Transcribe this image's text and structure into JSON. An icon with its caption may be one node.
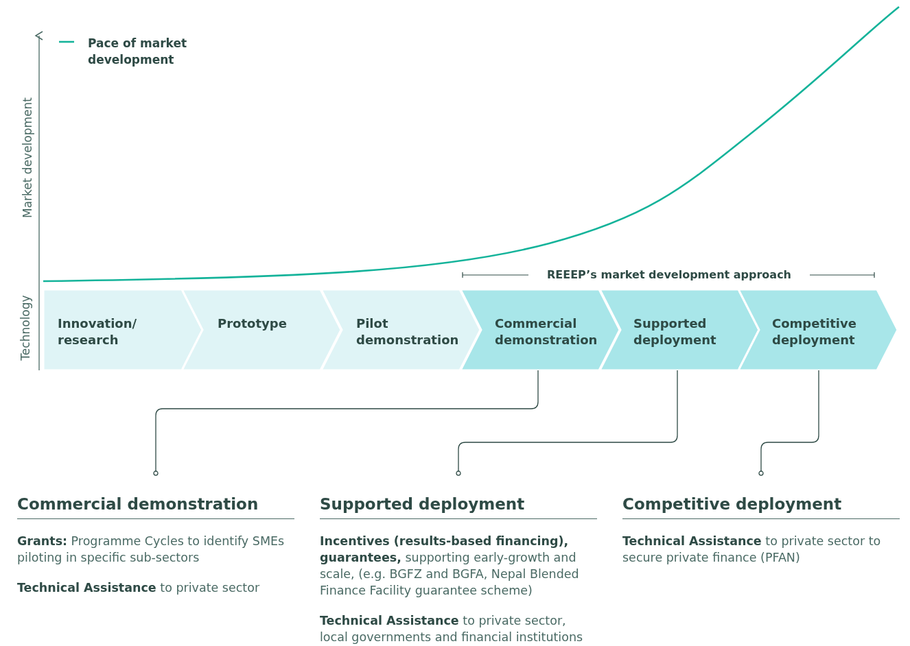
{
  "diagram": {
    "nodes": [
      {
        "text": [
          "Innovation/ research"
        ]
      },
      {
        "text": [
          "Prototype"
        ]
      },
      {
        "text": [
          "Pilot demonstration"
        ]
      },
      {
        "text": [
          "Commercial demonstration"
        ]
      },
      {
        "text": [
          "Supported deployment"
        ]
      },
      {
        "text": [
          "Competitive deployment"
        ]
      },
      {
        "text": [
          "Commercial demonstration",
          "**Grants:** Programme Cycles to identify SMEs piloting in specific sub-sectors",
          "**Technical Assistance** to private sector"
        ]
      },
      {
        "text": [
          "Supported deployment",
          "**Incentives (results-based financing), guarantees,** supporting early-growth and scale, (e.g. BGFZ and BGFA, Nepal Blended Finance Facility guarantee scheme)",
          "**Technical Assistance** to private sector, local governments and financial institutions"
        ]
      },
      {
        "text": [
          "Competitive deployment",
          "**Technical Assistance** to private sector to secure private finance (PFAN)"
        ]
      }
    ],
    "edges": [
      {
        "from": 3,
        "to": 6,
        "arrow": "other"
      },
      {
        "from": 4,
        "to": 7,
        "arrow": "other"
      },
      {
        "from": 5,
        "to": 8,
        "arrow": "other"
      }
    ],
    "labels": [
      "Market development",
      "Technology",
      "REEEP’s market development approach"
    ],
    "legend": [
      {
        "text": "Pace of market development"
      }
    ]
  }
}
